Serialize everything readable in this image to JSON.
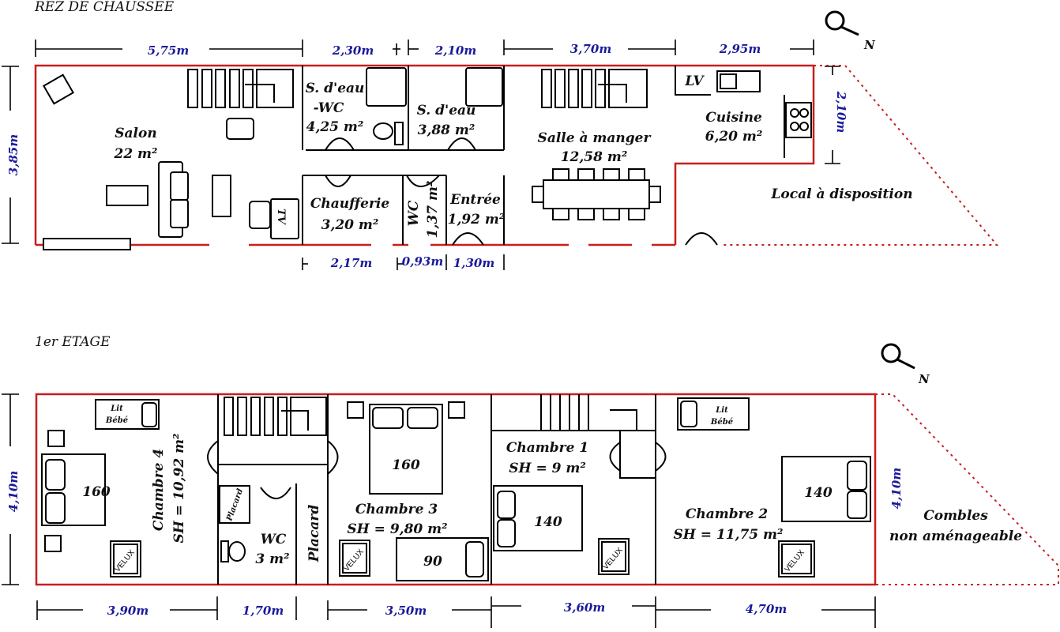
{
  "ground_floor": {
    "title": "REZ DE CHAUSSEE",
    "north": "N",
    "rooms": {
      "salon": {
        "name": "Salon",
        "area": "22 m²"
      },
      "sdeau_wc": {
        "name1": "S. d'eau",
        "name2": "-WC",
        "area": "4,25 m²"
      },
      "sdeau": {
        "name": "S. d'eau",
        "area": "3,88 m²"
      },
      "salle_manger": {
        "name": "Salle à manger",
        "area": "12,58 m²"
      },
      "cuisine": {
        "name": "Cuisine",
        "area": "6,20 m²"
      },
      "lv": "LV",
      "chaufferie": {
        "name": "Chaufferie",
        "area": "3,20 m²"
      },
      "wc": {
        "name": "WC",
        "area": "1,37 m²"
      },
      "entree": {
        "name": "Entrée",
        "area": "1,92 m²"
      },
      "local": "Local à disposition",
      "tv": "TV"
    },
    "dims_top": [
      "5,75m",
      "2,30m",
      "2,10m",
      "3,70m",
      "2,95m"
    ],
    "dims_bottom": [
      "2,17m",
      "0,93m",
      "1,30m"
    ],
    "dim_left": "3,85m",
    "dim_right": "2,10m"
  },
  "first_floor": {
    "title": "1er ETAGE",
    "north": "N",
    "rooms": {
      "chambre4": {
        "name": "Chambre 4",
        "area": "SH = 10,92 m²"
      },
      "chambre3": {
        "name": "Chambre 3",
        "area": "SH = 9,80 m²"
      },
      "chambre1": {
        "name": "Chambre 1",
        "area": "SH = 9 m²"
      },
      "chambre2": {
        "name": "Chambre 2",
        "area": "SH = 11,75 m²"
      },
      "wc": {
        "name": "WC",
        "area": "3 m²"
      },
      "placard": "Placard",
      "placard_small": "Placard",
      "combles1": "Combles",
      "combles2": "non aménageable"
    },
    "beds": [
      "160",
      "160",
      "140",
      "90",
      "140"
    ],
    "lit_bebe": [
      "Lit",
      "Bébé"
    ],
    "velux": "VELUX",
    "dims_bottom": [
      "3,90m",
      "1,70m",
      "3,50m",
      "3,60m",
      "4,70m"
    ],
    "dim_left": "4,10m",
    "dim_right": "4,10m"
  }
}
